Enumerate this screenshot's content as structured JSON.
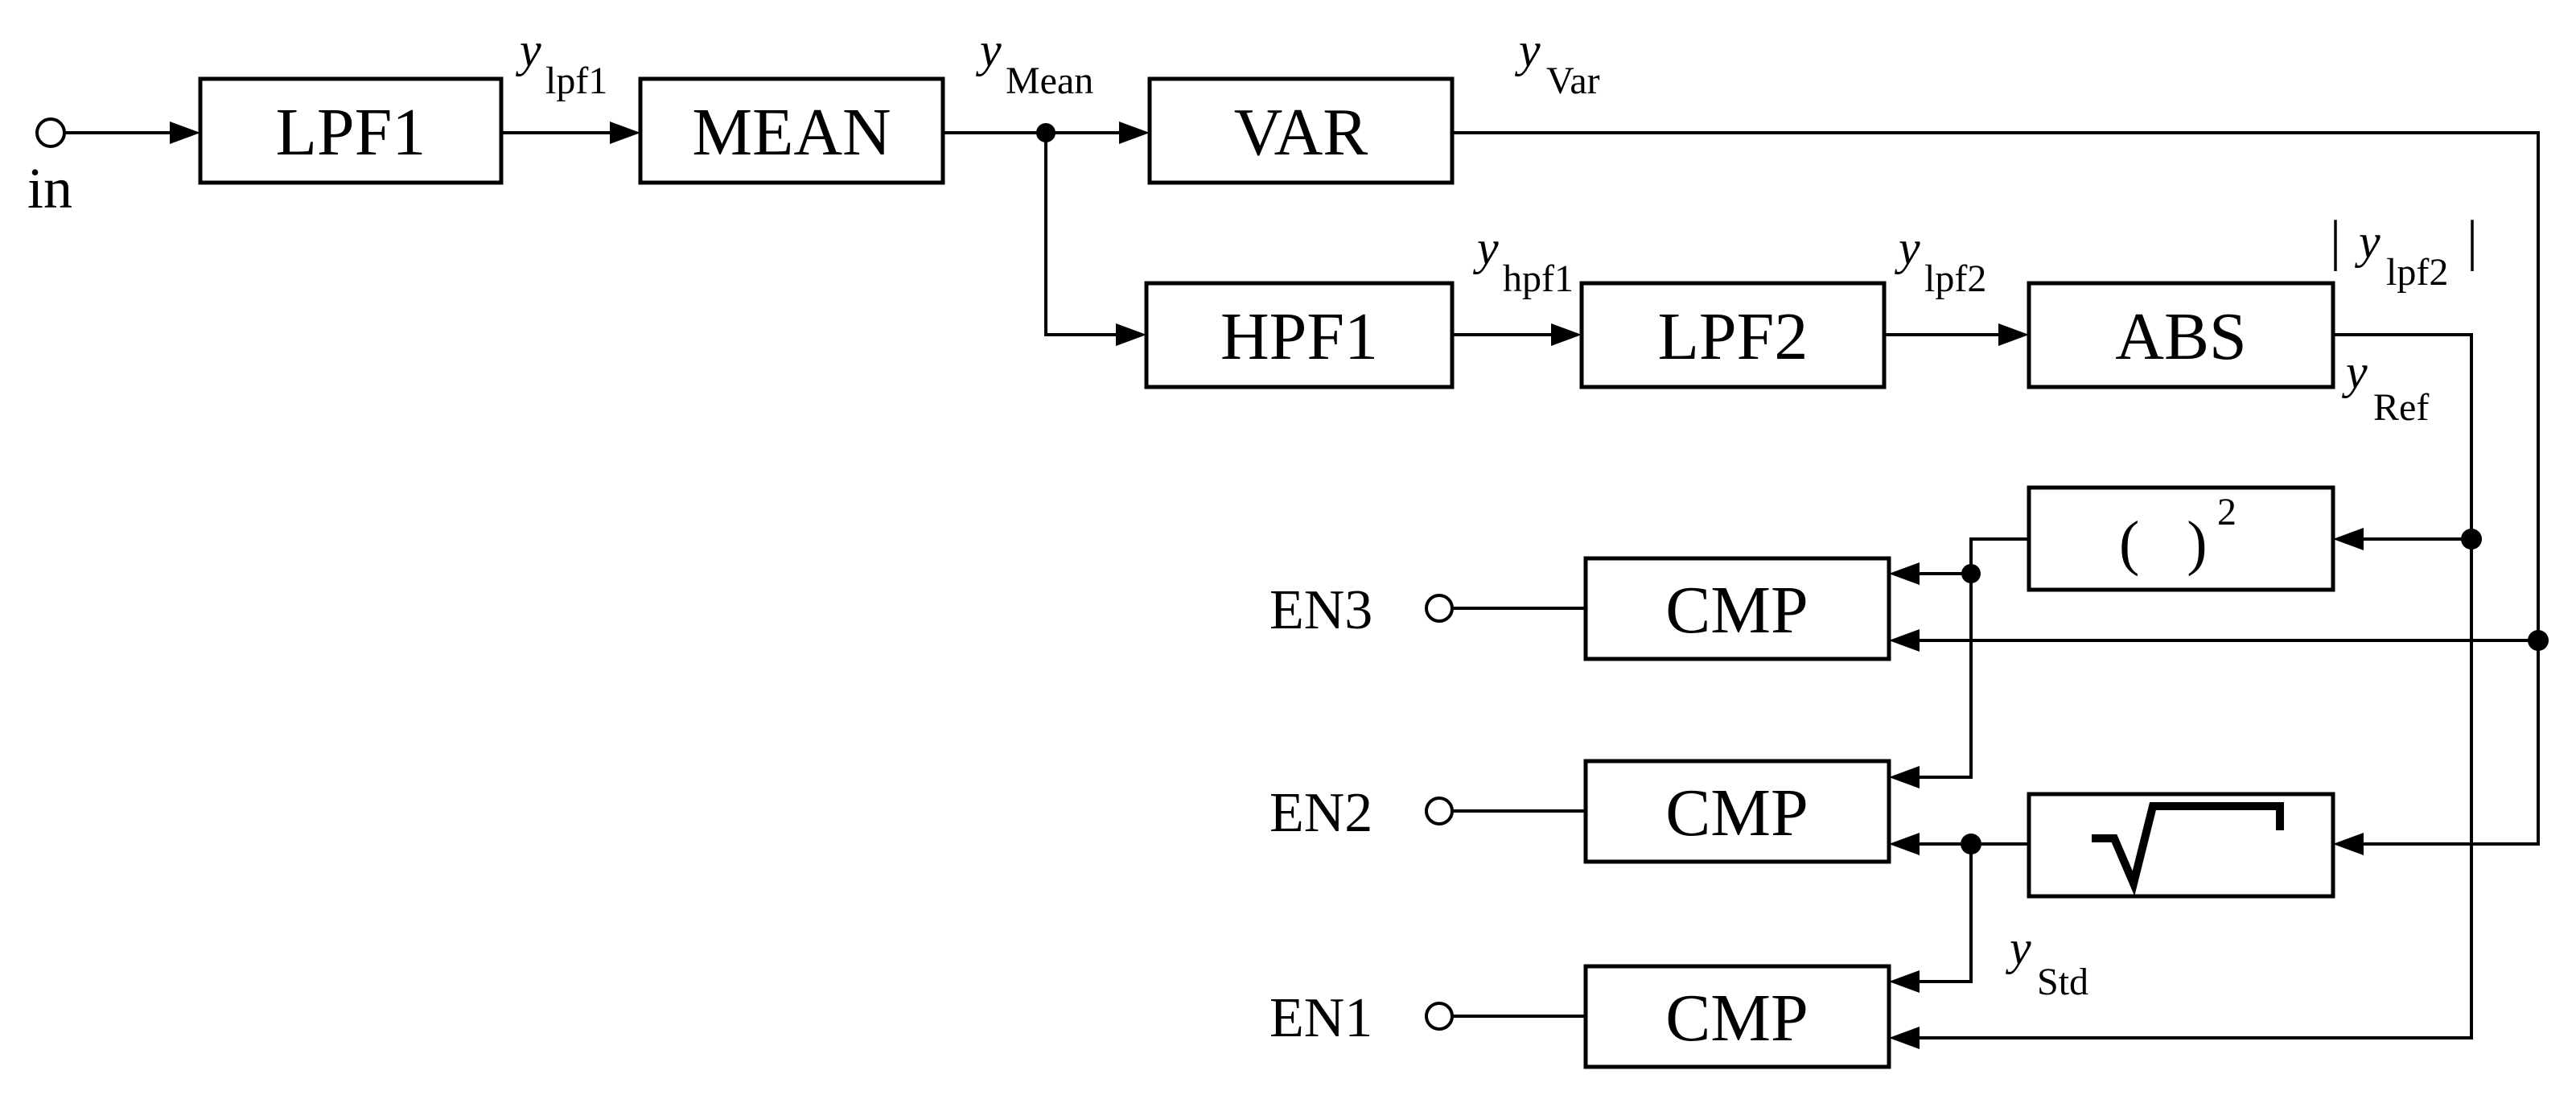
{
  "colors": {
    "ink": "#000000",
    "background": "#ffffff"
  },
  "blocks": {
    "lpf1": "LPF1",
    "mean": "MEAN",
    "var": "VAR",
    "hpf1": "HPF1",
    "lpf2": "LPF2",
    "abs": "ABS",
    "square": {
      "paren": "( )",
      "exponent": "2"
    },
    "sqrt_icon": "radical-sign",
    "cmp3": "CMP",
    "cmp2": "CMP",
    "cmp1": "CMP"
  },
  "signals": {
    "input": {
      "label": "in"
    },
    "y_lpf1": {
      "base": "y",
      "sub": "lpf1"
    },
    "y_mean": {
      "base": "y",
      "sub": "Mean"
    },
    "y_var": {
      "base": "y",
      "sub": "Var"
    },
    "y_hpf1": {
      "base": "y",
      "sub": "hpf1"
    },
    "y_lpf2": {
      "base": "y",
      "sub": "lpf2"
    },
    "y_lpf2_abs": {
      "bar_left": "|",
      "base": "y",
      "sub": "lpf2",
      "bar_right": "|"
    },
    "y_ref": {
      "base": "y",
      "sub": "Ref"
    },
    "y_std": {
      "base": "y",
      "sub": "Std"
    }
  },
  "enables": {
    "en3": "EN3",
    "en2": "EN2",
    "en1": "EN1"
  }
}
